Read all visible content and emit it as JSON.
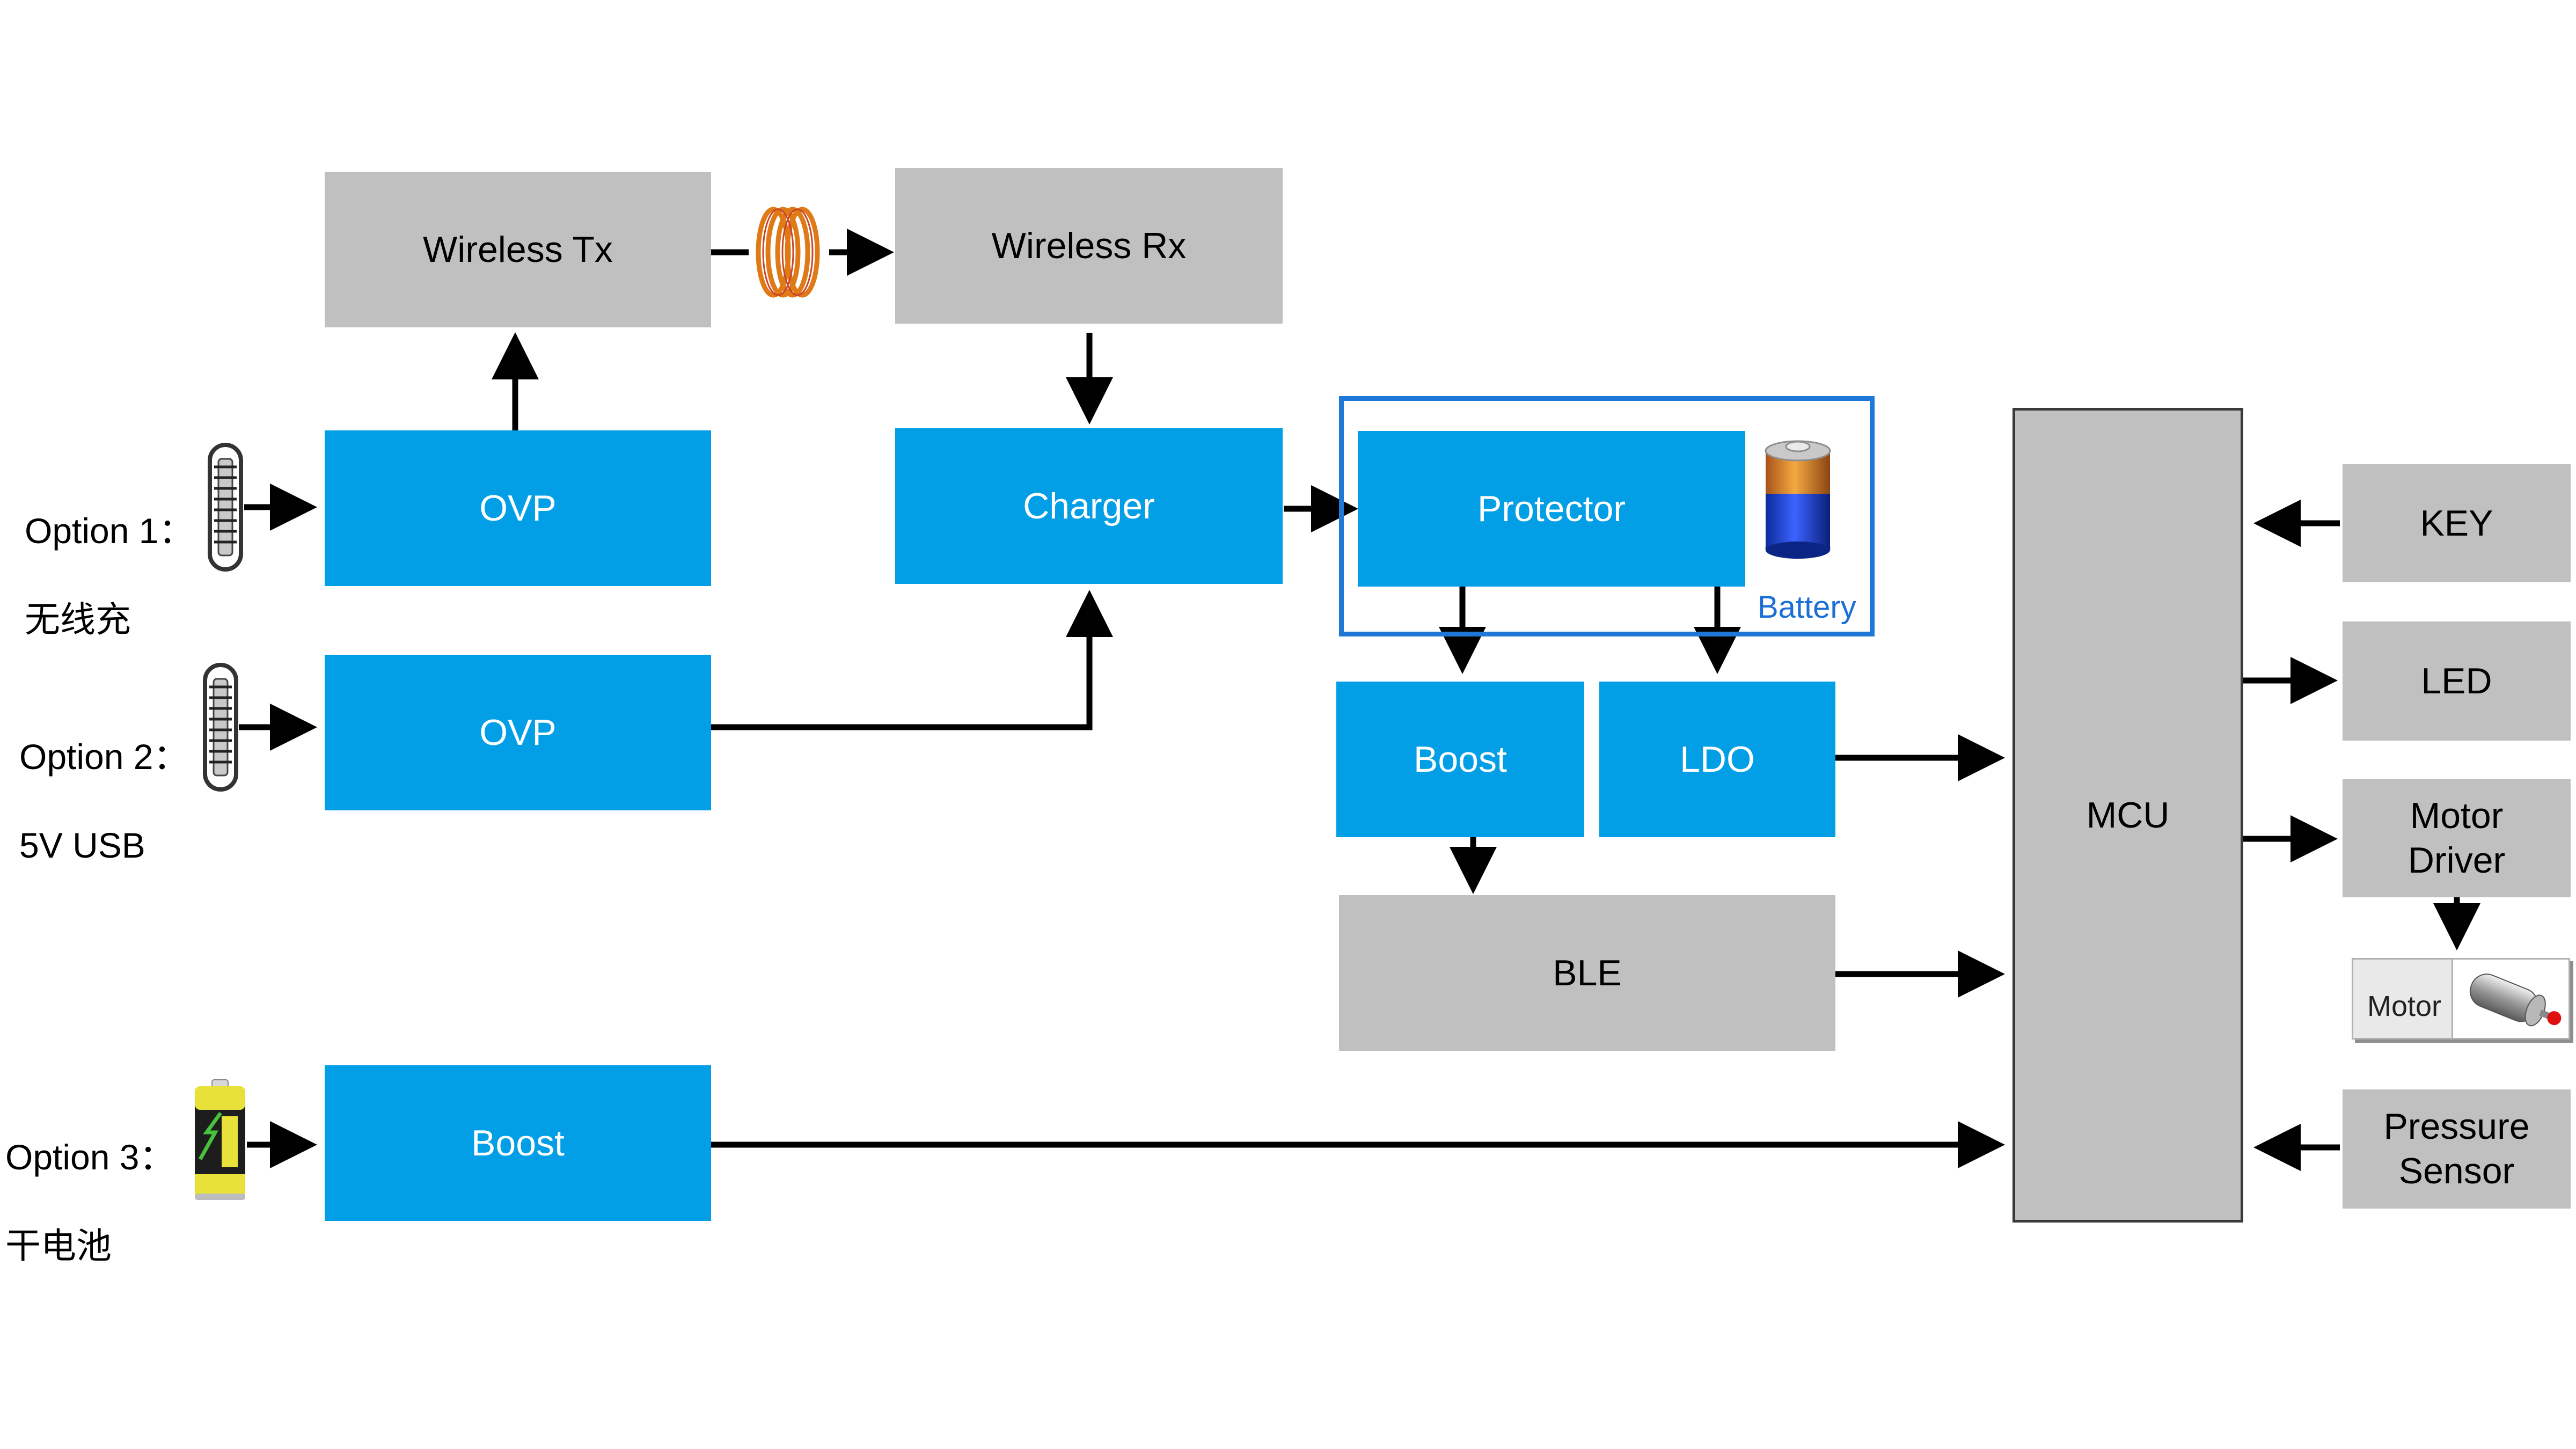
{
  "colors": {
    "block_blue": "#039fe6",
    "block_gray": "#c0c0c0",
    "group_border": "#1f78d8",
    "battery_label": "#1a6fd6",
    "wire": "#000000"
  },
  "inputs": {
    "option1": {
      "title": "Option 1：",
      "subtitle": "无线充",
      "icon": "usb-connector-icon"
    },
    "option2": {
      "title": "Option 2：",
      "subtitle": "5V USB",
      "icon": "usb-connector-icon"
    },
    "option3": {
      "title": "Option 3：",
      "subtitle": "干电池",
      "icon": "dry-cell-battery-icon"
    }
  },
  "blocks": {
    "wireless_tx": "Wireless Tx",
    "wireless_rx": "Wireless Rx",
    "ovp1": "OVP",
    "ovp2": "OVP",
    "charger": "Charger",
    "protector": "Protector",
    "battery": "Battery",
    "boost_main": "Boost",
    "ldo": "LDO",
    "ble": "BLE",
    "boost_opt3": "Boost",
    "mcu": "MCU",
    "key": "KEY",
    "led": "LED",
    "motor_driver": "Motor\nDriver",
    "motor": "Motor",
    "pressure_sensor": "Pressure\nSensor"
  },
  "icons": {
    "coil": "wireless-coil-icon",
    "battery_pack": "battery-pack-icon",
    "motor": "motor-icon"
  }
}
